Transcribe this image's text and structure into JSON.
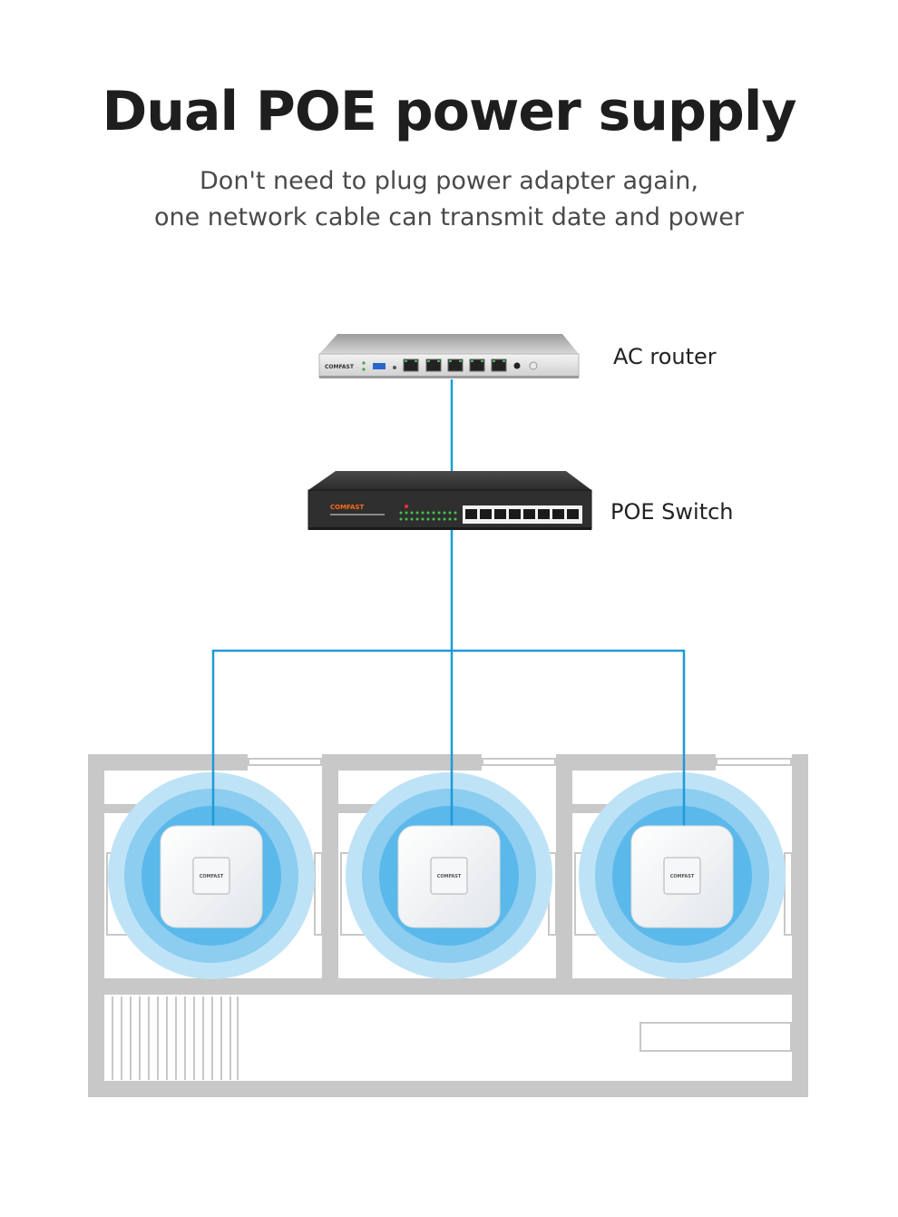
{
  "header": {
    "title": "Dual POE power supply",
    "subtitle_line1": "Don't need to plug power adapter again,",
    "subtitle_line2": "one network cable can transmit date and power"
  },
  "devices": {
    "router": {
      "label": "AC router",
      "brand": "COMFAST"
    },
    "switch": {
      "label": "POE Switch",
      "brand": "COMFAST"
    },
    "access_points": [
      {
        "brand": "COMFAST"
      },
      {
        "brand": "COMFAST"
      },
      {
        "brand": "COMFAST"
      }
    ]
  },
  "colors": {
    "cable": "#1e9ad6",
    "signal_outer": "#bfe3f6",
    "signal_mid": "#8ccdf0",
    "signal_inner": "#5bb8ea",
    "wall": "#c8c8c8",
    "brand_orange": "#ff6a1a"
  }
}
